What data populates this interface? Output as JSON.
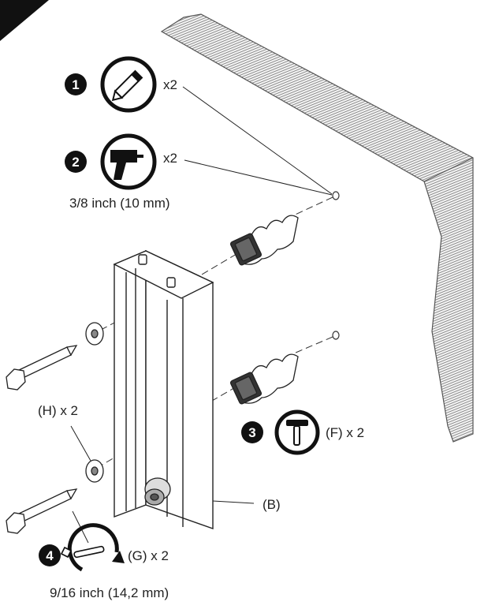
{
  "steps": [
    {
      "number": "1",
      "tool_icon": "pencil-icon",
      "quantity": "x2"
    },
    {
      "number": "2",
      "tool_icon": "drill-icon",
      "quantity": "x2",
      "spec": "3/8 inch (10 mm)"
    },
    {
      "number": "3",
      "tool_icon": "hammer-icon",
      "quantity": "(F) x 2"
    },
    {
      "number": "4",
      "tool_icon": "wrench-icon",
      "quantity": "(G) x 2",
      "spec": "9/16 inch (14,2 mm)"
    }
  ],
  "parts": {
    "washer": "(H) x 2",
    "bracket": "(B)"
  },
  "colors": {
    "ink": "#1a1a1a",
    "wall_hatch": "#8c8c8c",
    "background": "#ffffff"
  }
}
